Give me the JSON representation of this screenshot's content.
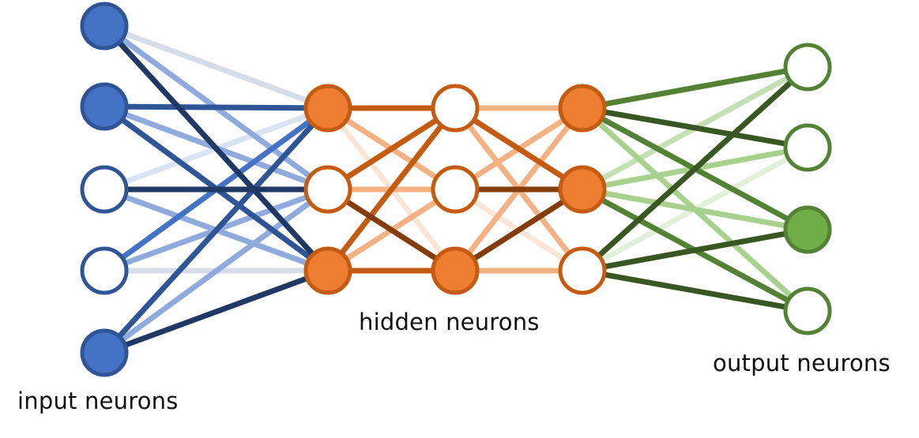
{
  "title": "Neural network diagram",
  "labels": {
    "input": "input neurons",
    "hidden": "hidden neurons",
    "output": "output neurons"
  },
  "palette": {
    "blue": {
      "node_fill": "#4472c4",
      "node_stroke": "#2f5597",
      "weights": {
        "faint": "#d6dce8",
        "vlight": "#dae3f3",
        "light": "#8faadc",
        "bright": "#4472c4",
        "medium": "#2f5597",
        "dark": "#1f3864"
      }
    },
    "orange": {
      "node_fill": "#ed7d31",
      "node_stroke": "#c55a11",
      "weights": {
        "vlight": "#fbe5d6",
        "light": "#f4b183",
        "medium": "#c55a11",
        "dark": "#843c0c"
      }
    },
    "green": {
      "node_fill": "#70ad47",
      "node_stroke": "#548235",
      "weights": {
        "vlight": "#e2f0d9",
        "faint": "#c5e0b4",
        "light": "#a9d18e",
        "medium": "#548235",
        "dark": "#385723"
      }
    }
  },
  "layers": [
    {
      "name": "input",
      "color": "blue",
      "nodes": [
        {
          "id": "i1",
          "active": true
        },
        {
          "id": "i2",
          "active": true
        },
        {
          "id": "i3",
          "active": false
        },
        {
          "id": "i4",
          "active": false
        },
        {
          "id": "i5",
          "active": true
        }
      ]
    },
    {
      "name": "hidden-1",
      "color": "orange",
      "nodes": [
        {
          "id": "a1",
          "active": true
        },
        {
          "id": "a2",
          "active": false
        },
        {
          "id": "a3",
          "active": true
        }
      ]
    },
    {
      "name": "hidden-2",
      "color": "orange",
      "nodes": [
        {
          "id": "b1",
          "active": false
        },
        {
          "id": "b2",
          "active": false
        },
        {
          "id": "b3",
          "active": true
        }
      ]
    },
    {
      "name": "hidden-3",
      "color": "orange",
      "nodes": [
        {
          "id": "c1",
          "active": true
        },
        {
          "id": "c2",
          "active": true
        },
        {
          "id": "c3",
          "active": false
        }
      ]
    },
    {
      "name": "output",
      "color": "green",
      "nodes": [
        {
          "id": "o1",
          "active": false
        },
        {
          "id": "o2",
          "active": false
        },
        {
          "id": "o3",
          "active": true
        },
        {
          "id": "o4",
          "active": false
        }
      ]
    }
  ],
  "edges": [
    {
      "from": "i1",
      "to": "a1",
      "weight": "faint",
      "color": "blue"
    },
    {
      "from": "i1",
      "to": "a2",
      "weight": "light",
      "color": "blue"
    },
    {
      "from": "i1",
      "to": "a3",
      "weight": "dark",
      "color": "blue"
    },
    {
      "from": "i2",
      "to": "a1",
      "weight": "medium",
      "color": "blue"
    },
    {
      "from": "i2",
      "to": "a2",
      "weight": "light",
      "color": "blue"
    },
    {
      "from": "i2",
      "to": "a3",
      "weight": "medium",
      "color": "blue"
    },
    {
      "from": "i3",
      "to": "a1",
      "weight": "vlight",
      "color": "blue"
    },
    {
      "from": "i3",
      "to": "a2",
      "weight": "dark",
      "color": "blue"
    },
    {
      "from": "i3",
      "to": "a3",
      "weight": "light",
      "color": "blue"
    },
    {
      "from": "i4",
      "to": "a1",
      "weight": "bright",
      "color": "blue"
    },
    {
      "from": "i4",
      "to": "a2",
      "weight": "light",
      "color": "blue"
    },
    {
      "from": "i4",
      "to": "a3",
      "weight": "faint",
      "color": "blue"
    },
    {
      "from": "i5",
      "to": "a1",
      "weight": "medium",
      "color": "blue"
    },
    {
      "from": "i5",
      "to": "a2",
      "weight": "light",
      "color": "blue"
    },
    {
      "from": "i5",
      "to": "a3",
      "weight": "dark",
      "color": "blue"
    },
    {
      "from": "a1",
      "to": "b1",
      "weight": "medium",
      "color": "orange"
    },
    {
      "from": "a1",
      "to": "b2",
      "weight": "light",
      "color": "orange"
    },
    {
      "from": "a1",
      "to": "b3",
      "weight": "vlight",
      "color": "orange"
    },
    {
      "from": "a2",
      "to": "b1",
      "weight": "medium",
      "color": "orange"
    },
    {
      "from": "a2",
      "to": "b2",
      "weight": "light",
      "color": "orange"
    },
    {
      "from": "a2",
      "to": "b3",
      "weight": "dark",
      "color": "orange"
    },
    {
      "from": "a3",
      "to": "b1",
      "weight": "medium",
      "color": "orange"
    },
    {
      "from": "a3",
      "to": "b2",
      "weight": "light",
      "color": "orange"
    },
    {
      "from": "a3",
      "to": "b3",
      "weight": "medium",
      "color": "orange"
    },
    {
      "from": "b1",
      "to": "c1",
      "weight": "light",
      "color": "orange"
    },
    {
      "from": "b1",
      "to": "c2",
      "weight": "medium",
      "color": "orange"
    },
    {
      "from": "b1",
      "to": "c3",
      "weight": "light",
      "color": "orange"
    },
    {
      "from": "b2",
      "to": "c1",
      "weight": "light",
      "color": "orange"
    },
    {
      "from": "b2",
      "to": "c2",
      "weight": "dark",
      "color": "orange"
    },
    {
      "from": "b2",
      "to": "c3",
      "weight": "vlight",
      "color": "orange"
    },
    {
      "from": "b3",
      "to": "c1",
      "weight": "light",
      "color": "orange"
    },
    {
      "from": "b3",
      "to": "c2",
      "weight": "dark",
      "color": "orange"
    },
    {
      "from": "b3",
      "to": "c3",
      "weight": "light",
      "color": "orange"
    },
    {
      "from": "c1",
      "to": "o1",
      "weight": "medium",
      "color": "green"
    },
    {
      "from": "c1",
      "to": "o2",
      "weight": "dark",
      "color": "green"
    },
    {
      "from": "c1",
      "to": "o3",
      "weight": "medium",
      "color": "green"
    },
    {
      "from": "c1",
      "to": "o4",
      "weight": "light",
      "color": "green"
    },
    {
      "from": "c2",
      "to": "o1",
      "weight": "faint",
      "color": "green"
    },
    {
      "from": "c2",
      "to": "o2",
      "weight": "light",
      "color": "green"
    },
    {
      "from": "c2",
      "to": "o3",
      "weight": "light",
      "color": "green"
    },
    {
      "from": "c2",
      "to": "o4",
      "weight": "medium",
      "color": "green"
    },
    {
      "from": "c3",
      "to": "o1",
      "weight": "dark",
      "color": "green"
    },
    {
      "from": "c3",
      "to": "o2",
      "weight": "vlight",
      "color": "green"
    },
    {
      "from": "c3",
      "to": "o3",
      "weight": "dark",
      "color": "green"
    },
    {
      "from": "c3",
      "to": "o4",
      "weight": "dark",
      "color": "green"
    }
  ]
}
